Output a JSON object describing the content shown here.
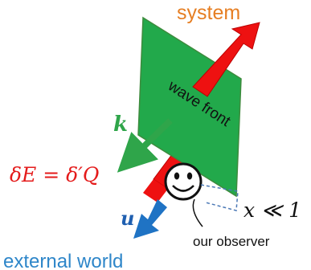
{
  "labels": {
    "system": "system",
    "wave_front": "wave front",
    "k": "k",
    "energy_relation": "δE = δ′Q",
    "u": "u",
    "x_relation": "x ≪ 1",
    "observer": "our observer",
    "external_world": "external world"
  },
  "colors": {
    "system_text": "#E67E22",
    "wave_front_fill": "#22A94B",
    "wave_front_stroke": "#3D8B3D",
    "red_arrow": "#EE1111",
    "k_arrow": "#2FA54A",
    "k_text": "#2FA54A",
    "energy_text": "#E41B1B",
    "u_arrow": "#1F73C4",
    "u_text": "#1F5FB0",
    "external_world_text": "#2E86C9",
    "dashed_guide": "#4A78B5"
  },
  "icons": {
    "observer": "smiley-face-icon"
  }
}
